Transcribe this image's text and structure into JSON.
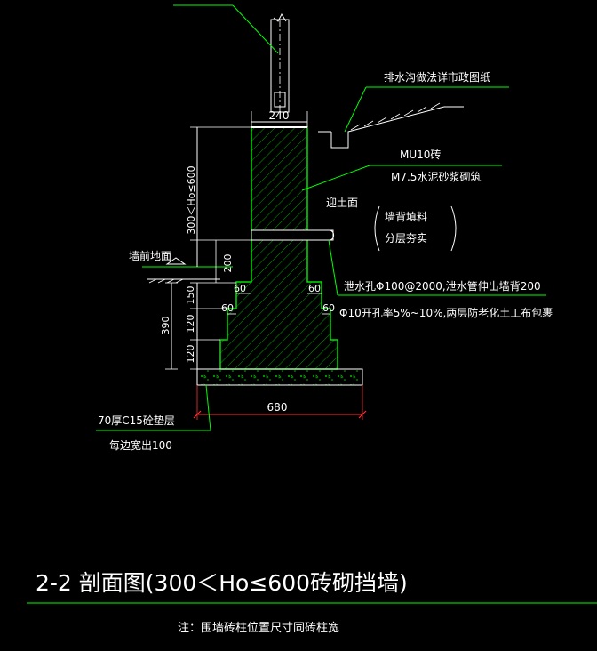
{
  "drawing": {
    "title": "2-2 剖面图(300＜Ho≤600砖砌挡墙)",
    "note": "注：围墙砖柱位置尺寸同砖柱宽",
    "labels": {
      "drain_ditch": "排水沟做法详市政图纸",
      "brick": "MU10砖",
      "mortar": "M7.5水泥砂浆砌筑",
      "soil_face": "迎土面",
      "backfill_1": "墙背填料",
      "backfill_2": "分层夯实",
      "ground_front": "墙前地面",
      "weep_hole_1": "泄水孔Φ100@2000,泄水管伸出墙背200",
      "weep_hole_2": "Φ10开孔率5%~10%,两层防老化土工布包裹",
      "cushion_1": "70厚C15砼垫层",
      "cushion_2": "每边宽出100"
    },
    "dimensions": {
      "top_width": "240",
      "height_range": "300＜Ho≤600",
      "d200": "200",
      "d150": "150",
      "d120a": "120",
      "d120b": "120",
      "d390": "390",
      "step60_l1": "60",
      "step60_l2": "60",
      "step60_r1": "60",
      "step60_r2": "60",
      "base_width": "680"
    },
    "colors": {
      "background": "#000000",
      "wall_line": "#00e000",
      "hatch": "#00a000",
      "leader": "#00ff00",
      "dim_line": "#ffffff",
      "dim_red": "#ff3030",
      "text": "#ffffff"
    }
  }
}
